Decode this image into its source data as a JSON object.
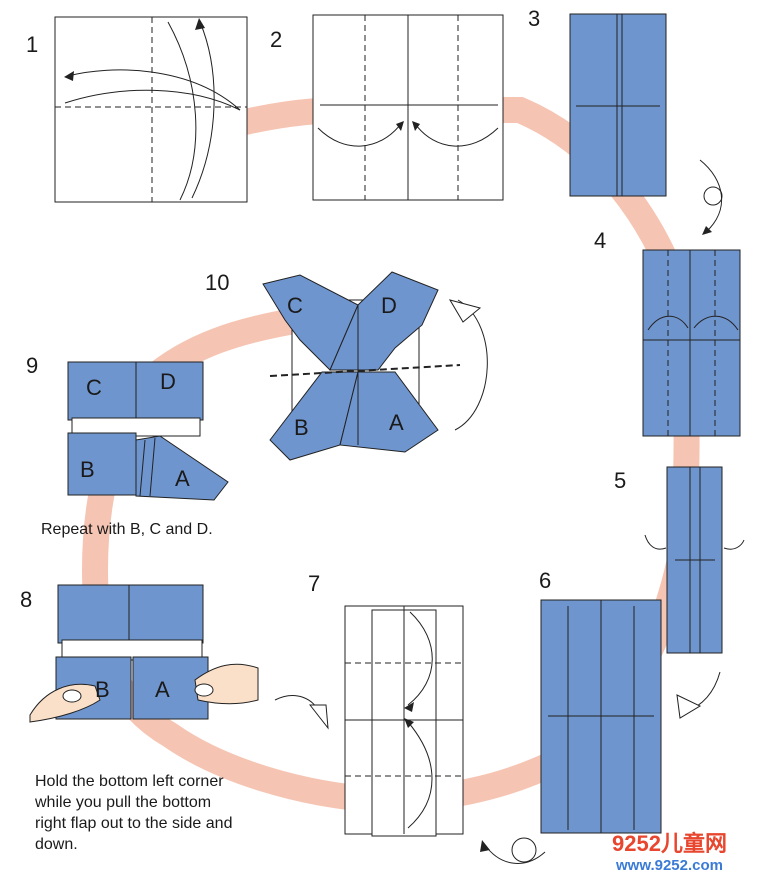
{
  "steps": [
    {
      "number": "1"
    },
    {
      "number": "2"
    },
    {
      "number": "3"
    },
    {
      "number": "4"
    },
    {
      "number": "5"
    },
    {
      "number": "6"
    },
    {
      "number": "7"
    },
    {
      "number": "8"
    },
    {
      "number": "9"
    },
    {
      "number": "10"
    }
  ],
  "flap_labels": {
    "a": "A",
    "b": "B",
    "c": "C",
    "d": "D"
  },
  "notes": {
    "repeat": "Repeat with B, C and D.",
    "hold_lines": [
      "Hold the bottom left corner",
      "while you pull the bottom",
      "right flap out to the side and",
      "down."
    ]
  },
  "watermark": {
    "logo_top": "9252儿童网",
    "logo_bottom": "www.9252.com"
  },
  "colors": {
    "paper_blue": "#6f95cf",
    "path": "#f6c4b2",
    "line": "#222222",
    "paper_white": "#ffffff",
    "skin": "#fbe0c9"
  }
}
